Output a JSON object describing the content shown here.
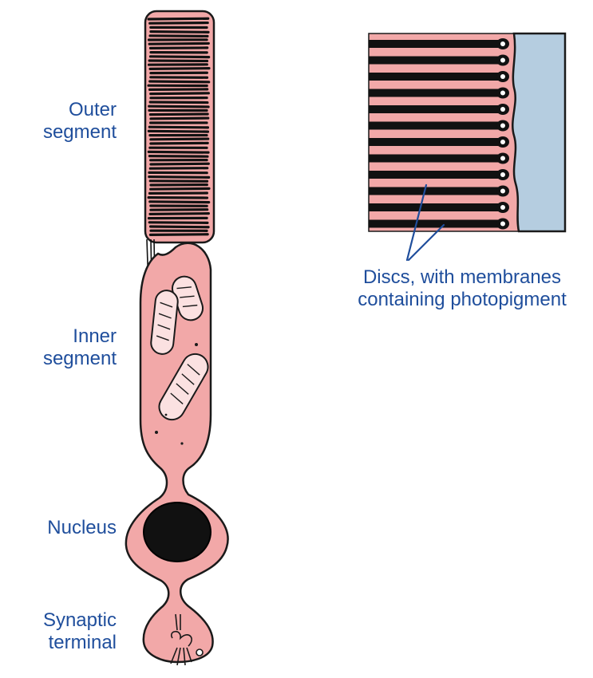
{
  "labels": {
    "outer_segment": [
      "Outer",
      "segment"
    ],
    "inner_segment": [
      "Inner",
      "segment"
    ],
    "nucleus": "Nucleus",
    "synaptic_terminal": [
      "Synaptic",
      "terminal"
    ],
    "discs": [
      "Discs, with membranes",
      "containing photopigment"
    ]
  },
  "colors": {
    "cell_fill": "#f2a8a8",
    "outline": "#1a1a1a",
    "nucleus_fill": "#111111",
    "extracellular_fill": "#b5cde0",
    "label_text": "#1f4e9c"
  }
}
